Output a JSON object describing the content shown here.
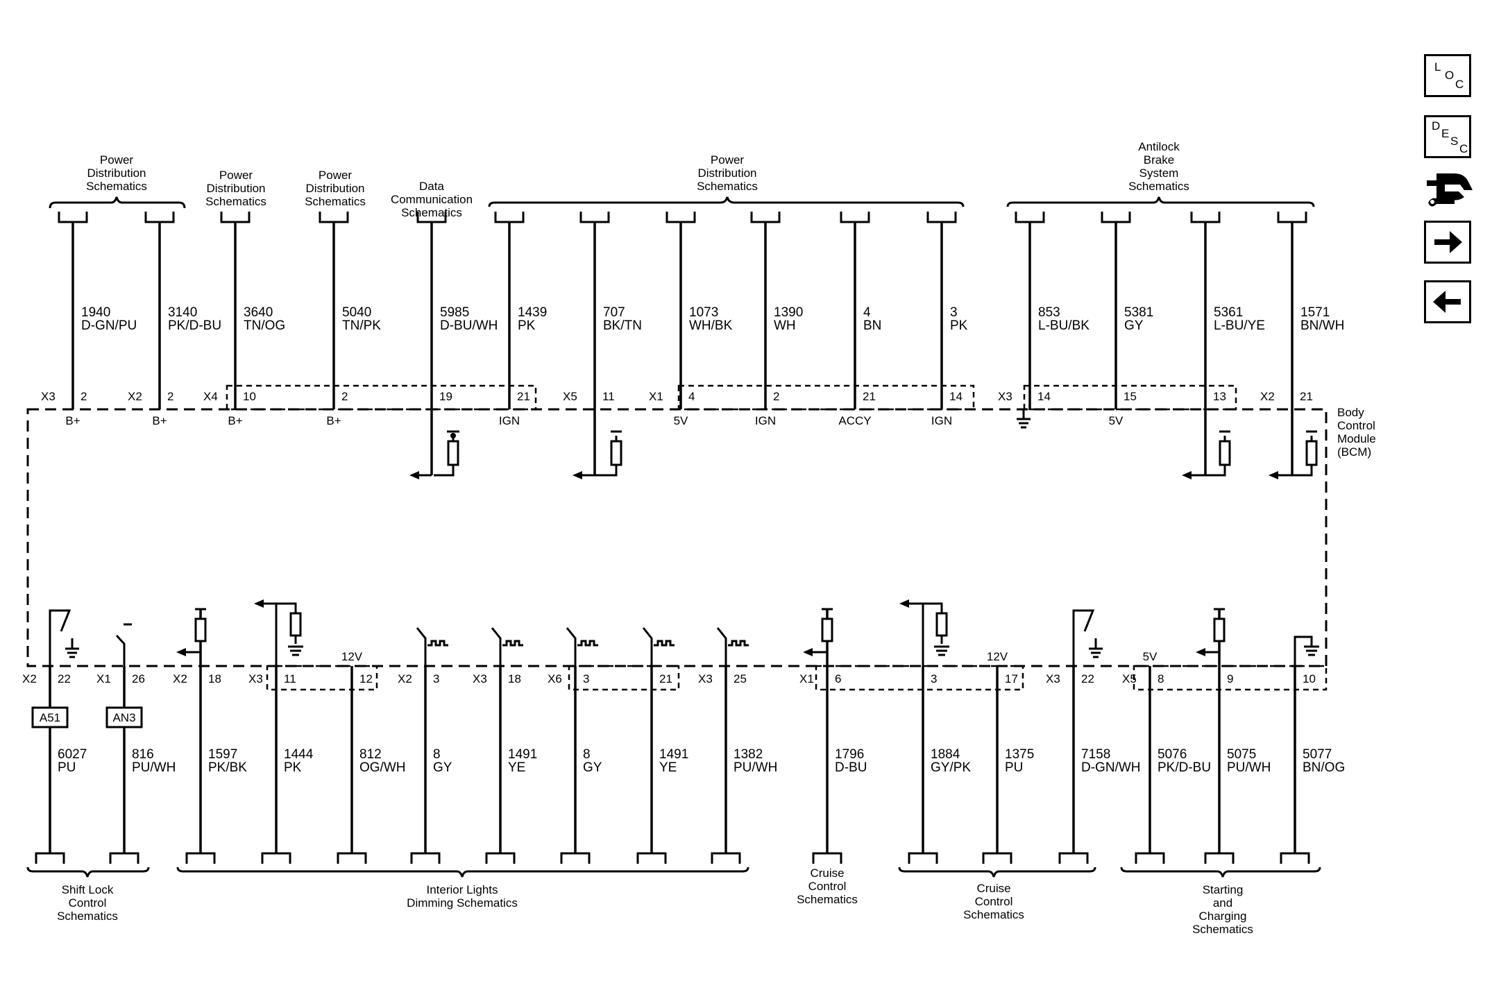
{
  "module": {
    "name_lines": [
      "Body",
      "Control",
      "Module",
      "(BCM)"
    ]
  },
  "nav": {
    "loc": {
      "letters": [
        "L",
        "O",
        "C"
      ]
    },
    "desc": {
      "letters": [
        "D",
        "E",
        "S",
        "C"
      ]
    },
    "icons": [
      "loc-icon",
      "desc-icon",
      "connector-wrench-icon",
      "arrow-right-icon",
      "arrow-left-icon"
    ]
  },
  "top_groups": [
    {
      "id": "pd1",
      "lines": [
        "Power",
        "Distribution",
        "Schematics"
      ]
    },
    {
      "id": "pd2",
      "lines": [
        "Power",
        "Distribution",
        "Schematics"
      ]
    },
    {
      "id": "pd3",
      "lines": [
        "Power",
        "Distribution",
        "Schematics"
      ]
    },
    {
      "id": "dc",
      "lines": [
        "Data",
        "Communication",
        "Schematics"
      ]
    },
    {
      "id": "pd4",
      "lines": [
        "Power",
        "Distribution",
        "Schematics"
      ]
    },
    {
      "id": "abs",
      "lines": [
        "Antilock",
        "Brake",
        "System",
        "Schematics"
      ]
    }
  ],
  "top_wires": [
    {
      "circuit": "1940",
      "color": "D-GN/PU",
      "connector": "X3",
      "pin": "2",
      "label": "B+"
    },
    {
      "circuit": "3140",
      "color": "PK/D-BU",
      "connector": "X2",
      "pin": "2",
      "label": "B+"
    },
    {
      "circuit": "3640",
      "color": "TN/OG",
      "connector": "X4",
      "pin": "10",
      "label": "B+"
    },
    {
      "circuit": "5040",
      "color": "TN/PK",
      "connector": "",
      "pin": "2",
      "label": "B+"
    },
    {
      "circuit": "5985",
      "color": "D-BU/WH",
      "connector": "",
      "pin": "19",
      "label": ""
    },
    {
      "circuit": "1439",
      "color": "PK",
      "connector": "",
      "pin": "21",
      "label": "IGN"
    },
    {
      "circuit": "707",
      "color": "BK/TN",
      "connector": "X5",
      "pin": "11",
      "label": ""
    },
    {
      "circuit": "1073",
      "color": "WH/BK",
      "connector": "X1",
      "pin": "4",
      "label": "5V"
    },
    {
      "circuit": "1390",
      "color": "WH",
      "connector": "",
      "pin": "2",
      "label": "IGN"
    },
    {
      "circuit": "4",
      "color": "BN",
      "connector": "",
      "pin": "21",
      "label": "ACCY"
    },
    {
      "circuit": "3",
      "color": "PK",
      "connector": "",
      "pin": "14",
      "label": "IGN"
    },
    {
      "circuit": "853",
      "color": "L-BU/BK",
      "connector": "X3",
      "pin": "14",
      "label": ""
    },
    {
      "circuit": "5381",
      "color": "GY",
      "connector": "",
      "pin": "15",
      "label": "5V"
    },
    {
      "circuit": "5361",
      "color": "L-BU/YE",
      "connector": "",
      "pin": "13",
      "label": ""
    },
    {
      "circuit": "1571",
      "color": "BN/WH",
      "connector": "X2",
      "pin": "21",
      "label": ""
    }
  ],
  "bottom_wires": [
    {
      "circuit": "6027",
      "color": "PU",
      "connector": "X2",
      "pin": "22",
      "inline": "A51",
      "label": ""
    },
    {
      "circuit": "816",
      "color": "PU/WH",
      "connector": "X1",
      "pin": "26",
      "inline": "AN3",
      "label": ""
    },
    {
      "circuit": "1597",
      "color": "PK/BK",
      "connector": "X2",
      "pin": "18",
      "inline": "",
      "label": ""
    },
    {
      "circuit": "1444",
      "color": "PK",
      "connector": "X3",
      "pin": "11",
      "inline": "",
      "label": ""
    },
    {
      "circuit": "812",
      "color": "OG/WH",
      "connector": "",
      "pin": "12",
      "inline": "",
      "label": "12V"
    },
    {
      "circuit": "8",
      "color": "GY",
      "connector": "X2",
      "pin": "3",
      "inline": "",
      "label": ""
    },
    {
      "circuit": "1491",
      "color": "YE",
      "connector": "X3",
      "pin": "18",
      "inline": "",
      "label": ""
    },
    {
      "circuit": "8",
      "color": "GY",
      "connector": "X6",
      "pin": "3",
      "inline": "",
      "label": ""
    },
    {
      "circuit": "1491",
      "color": "YE",
      "connector": "",
      "pin": "21",
      "inline": "",
      "label": ""
    },
    {
      "circuit": "1382",
      "color": "PU/WH",
      "connector": "X3",
      "pin": "25",
      "inline": "",
      "label": ""
    },
    {
      "circuit": "1796",
      "color": "D-BU",
      "connector": "X1",
      "pin": "6",
      "inline": "",
      "label": ""
    },
    {
      "circuit": "1884",
      "color": "GY/PK",
      "connector": "",
      "pin": "3",
      "inline": "",
      "label": ""
    },
    {
      "circuit": "1375",
      "color": "PU",
      "connector": "",
      "pin": "17",
      "inline": "",
      "label": "12V"
    },
    {
      "circuit": "7158",
      "color": "D-GN/WH",
      "connector": "X3",
      "pin": "22",
      "inline": "",
      "label": ""
    },
    {
      "circuit": "5076",
      "color": "PK/D-BU",
      "connector": "X5",
      "pin": "8",
      "inline": "",
      "label": "5V"
    },
    {
      "circuit": "5075",
      "color": "PU/WH",
      "connector": "",
      "pin": "9",
      "inline": "",
      "label": ""
    },
    {
      "circuit": "5077",
      "color": "BN/OG",
      "connector": "",
      "pin": "10",
      "inline": "",
      "label": ""
    }
  ],
  "bottom_groups": [
    {
      "id": "shift",
      "lines": [
        "Shift Lock",
        "Control",
        "Schematics"
      ]
    },
    {
      "id": "interior",
      "lines": [
        "Interior Lights",
        "Dimming Schematics"
      ]
    },
    {
      "id": "cruise1",
      "lines": [
        "Cruise",
        "Control",
        "Schematics"
      ]
    },
    {
      "id": "cruise2",
      "lines": [
        "Cruise",
        "Control",
        "Schematics"
      ]
    },
    {
      "id": "starting",
      "lines": [
        "Starting",
        "and",
        "Charging",
        "Schematics"
      ]
    }
  ]
}
